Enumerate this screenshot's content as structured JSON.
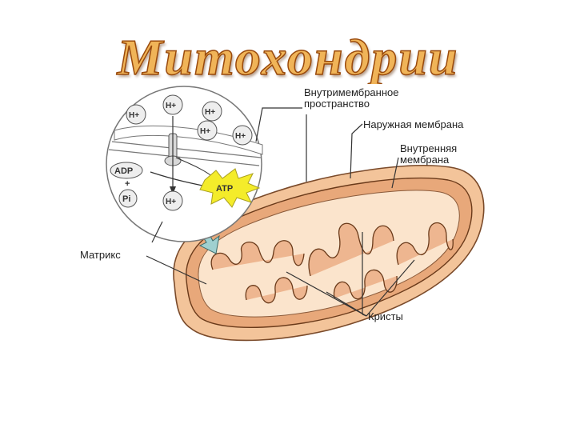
{
  "slide": {
    "title": "Митохондрии"
  },
  "labels": {
    "intermembrane_space": "Внутримембранное\nпространство",
    "outer_membrane": "Наружная мембрана",
    "inner_membrane": "Внутренняя\nмембрана",
    "matrix": "Матрикс",
    "cristae": "Кристы"
  },
  "inset": {
    "ion_label": "H+",
    "adp_label": "ADP",
    "plus": "+",
    "phosphate_label": "Pi",
    "atp_label": "ATP"
  },
  "colors": {
    "outer_membrane": "#f3c49a",
    "inner_membrane": "#e8a87a",
    "matrix": "#fbe4cc",
    "atp_burst": "#f4ec2a",
    "arrow_teal": "#9fd0d0"
  }
}
